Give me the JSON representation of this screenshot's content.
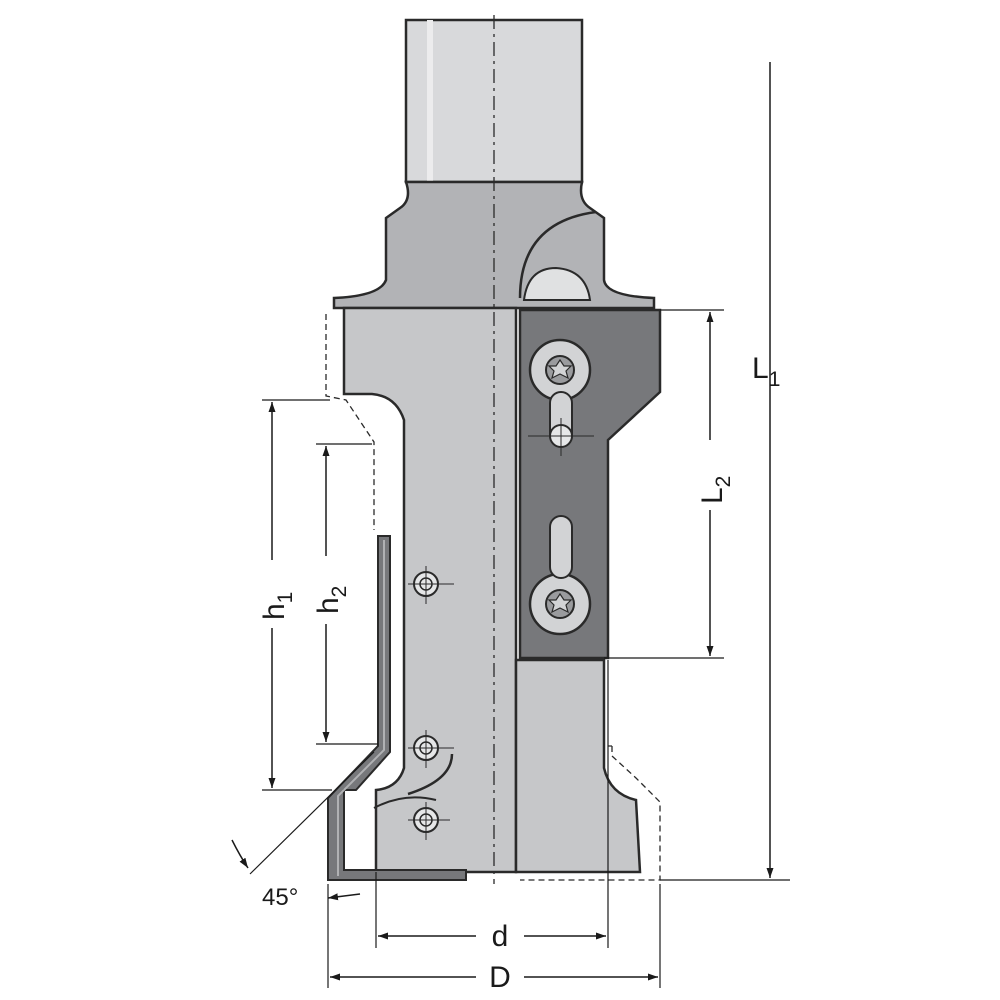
{
  "diagram": {
    "dimensions": {
      "L1": {
        "main": "L",
        "sub": "1"
      },
      "L2": {
        "main": "L",
        "sub": "2"
      },
      "h1": {
        "main": "h",
        "sub": "1"
      },
      "h2": {
        "main": "h",
        "sub": "2"
      },
      "d": "d",
      "D": "D",
      "angle": "45°"
    },
    "colors": {
      "body": "#c6c7c9",
      "insert": "#77787b",
      "shank": "#d8d9db",
      "outline": "#2a2a2a"
    }
  }
}
